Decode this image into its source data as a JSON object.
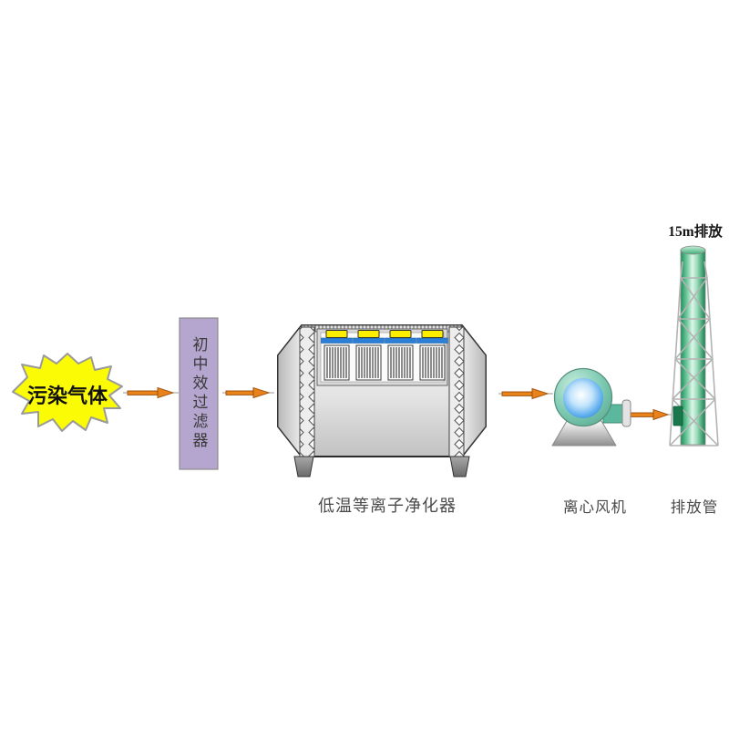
{
  "flow": {
    "source": {
      "label": "污染气体"
    },
    "filter": {
      "label": "初中效过滤器"
    },
    "purifier": {
      "label": "低温等离子净化器",
      "cartridge_count": 4
    },
    "fan": {
      "label": "离心风机"
    },
    "stack": {
      "label": "排放管",
      "height_label": "15m排放"
    }
  },
  "colors": {
    "arrow_orange": "#e8831c",
    "cloud_yellow": "#fbfb06",
    "filter_purple": "#b5a6cf",
    "machine_gray": "#e0e0e0",
    "cap_yellow": "#fdee00",
    "bar_blue": "#2b7fd4",
    "fan_teal": "#7fcbb4",
    "fan_core_blue": "#3f97dd",
    "stack_green": "#2aa268"
  }
}
